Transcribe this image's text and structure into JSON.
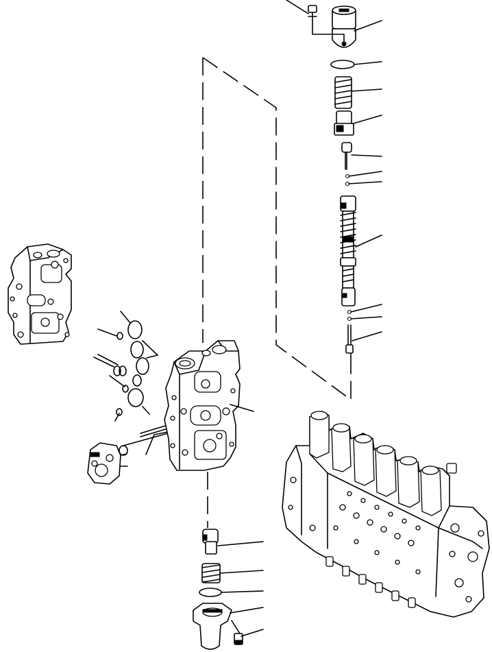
{
  "diagram": {
    "type": "exploded-parts-view",
    "callouts": [
      {
        "id": "plug-bolt-top"
      },
      {
        "id": "plug-top"
      },
      {
        "id": "o-ring-top"
      },
      {
        "id": "spring-top"
      },
      {
        "id": "spool-cap"
      },
      {
        "id": "piston-small"
      },
      {
        "id": "ring-1"
      },
      {
        "id": "ring-2"
      },
      {
        "id": "spool-assembly"
      },
      {
        "id": "ring-3"
      },
      {
        "id": "ring-4"
      },
      {
        "id": "pin-lower"
      },
      {
        "id": "valve-body"
      },
      {
        "id": "cap-lower"
      },
      {
        "id": "spring-lower"
      },
      {
        "id": "o-ring-lower"
      },
      {
        "id": "cover-lower"
      },
      {
        "id": "bolt-lower"
      }
    ],
    "colors": {
      "ink": "#000000",
      "paper": "#ffffff"
    }
  }
}
